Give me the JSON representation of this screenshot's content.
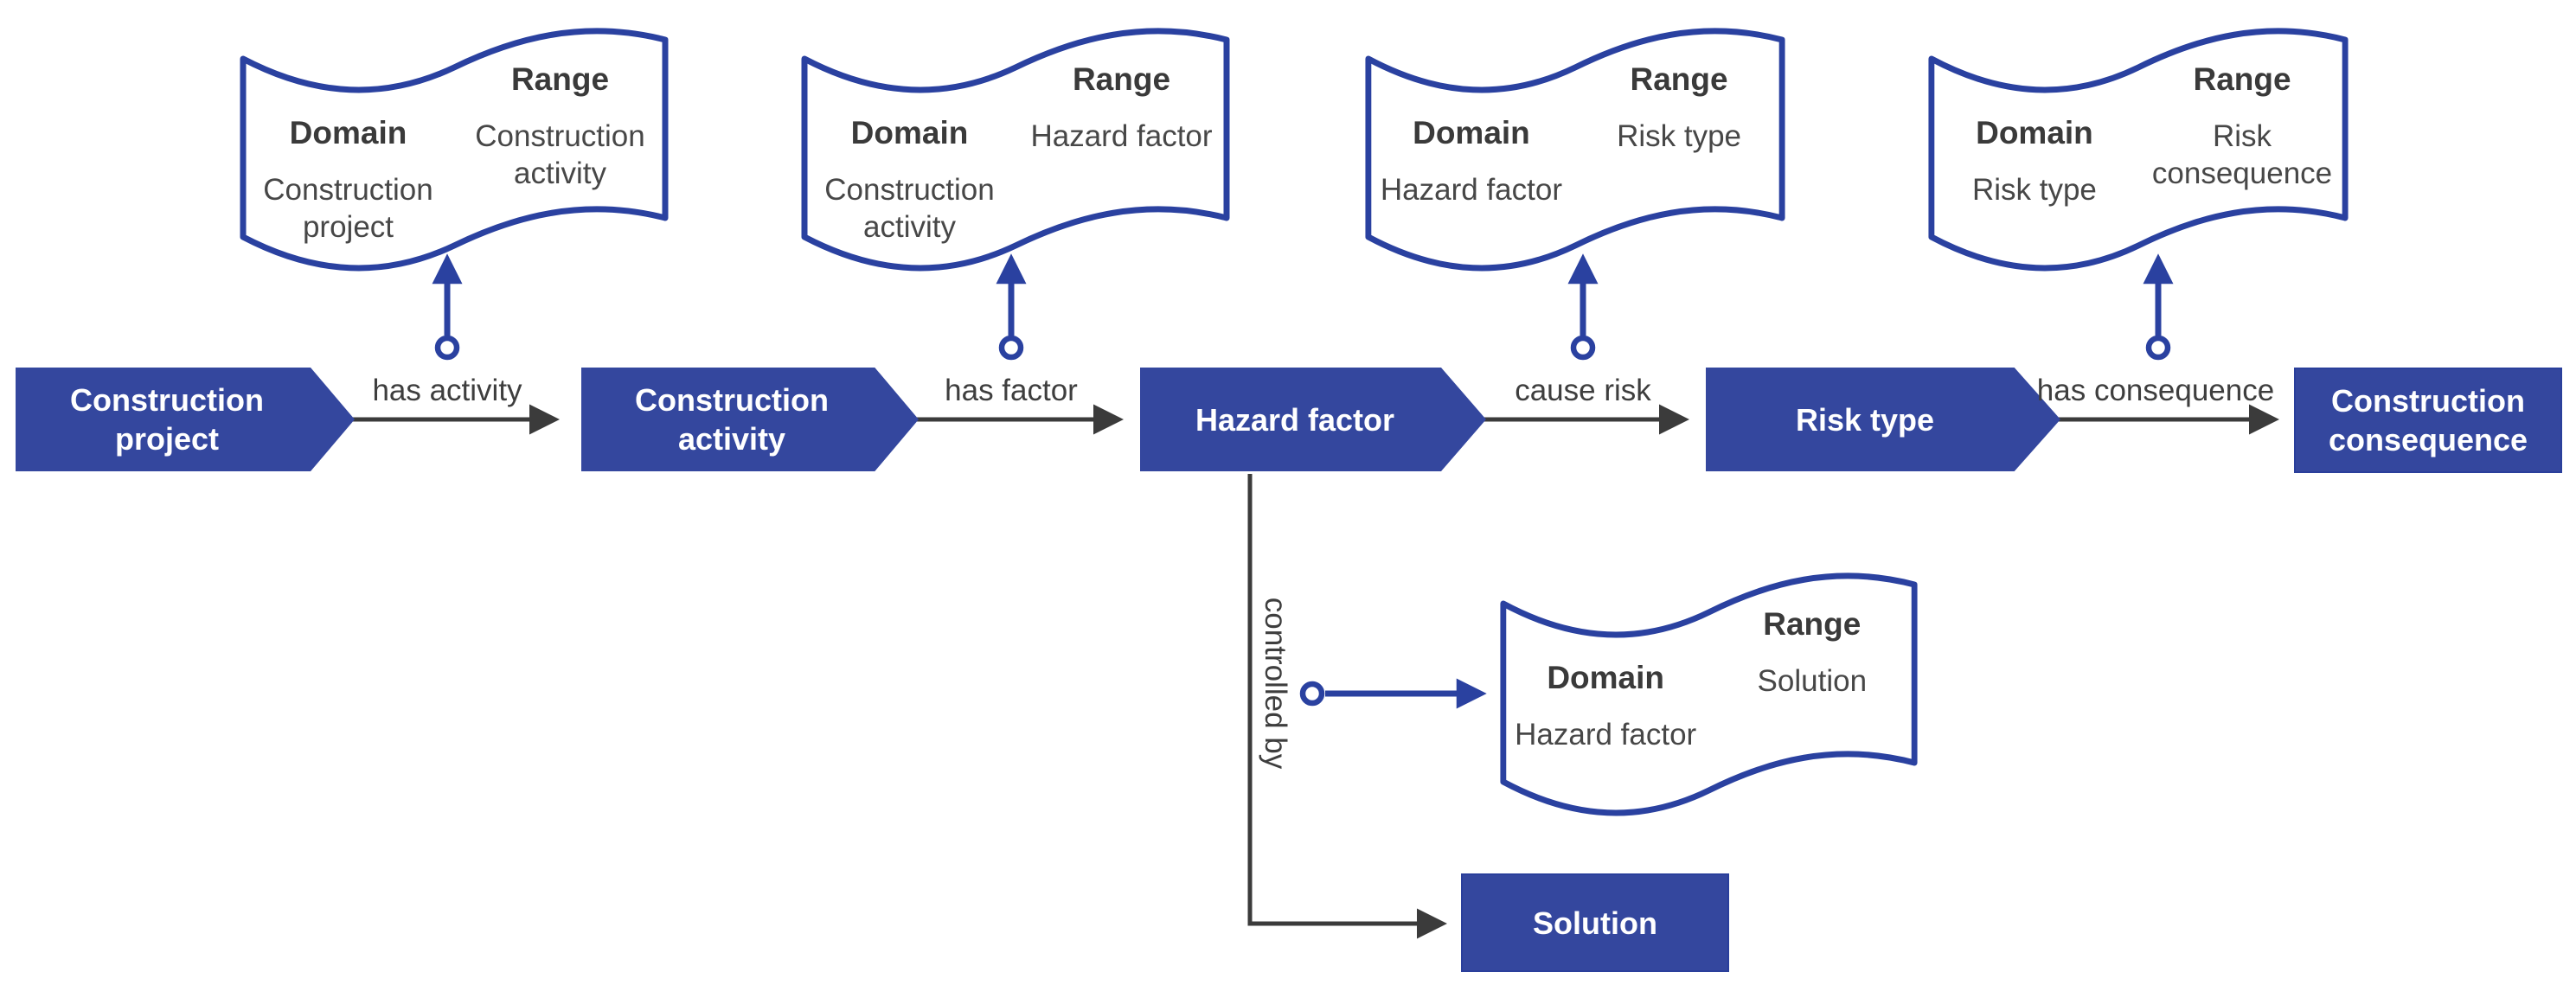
{
  "diagram_type": "ontology-relation-diagram",
  "colors": {
    "node_fill": "#34479E",
    "flag_border": "#2A41A0",
    "connector_dark": "#3B3B3B",
    "connector_blue": "#2A41A0",
    "node_text": "#FFFFFF",
    "label_text": "#3E3E3E"
  },
  "nodes": [
    {
      "label": "Construction project",
      "shape": "chevron"
    },
    {
      "label": "Construction activity",
      "shape": "chevron"
    },
    {
      "label": "Hazard factor",
      "shape": "chevron"
    },
    {
      "label": "Risk type",
      "shape": "chevron"
    },
    {
      "label": "Construction consequence",
      "shape": "rectangle"
    },
    {
      "label": "Solution",
      "shape": "rectangle"
    }
  ],
  "edges": [
    {
      "label": "has activity",
      "from": "Construction project",
      "to": "Construction activity"
    },
    {
      "label": "has factor",
      "from": "Construction activity",
      "to": "Hazard factor"
    },
    {
      "label": "cause risk",
      "from": "Hazard factor",
      "to": "Risk type"
    },
    {
      "label": "has consequence",
      "from": "Risk type",
      "to": "Construction consequence"
    },
    {
      "label": "controlled by",
      "from": "Hazard factor",
      "to": "Solution"
    }
  ],
  "flags": [
    {
      "domain_label": "Domain",
      "domain_value": "Construction project",
      "range_label": "Range",
      "range_value": "Construction activity"
    },
    {
      "domain_label": "Domain",
      "domain_value": "Construction activity",
      "range_label": "Range",
      "range_value": "Hazard factor"
    },
    {
      "domain_label": "Domain",
      "domain_value": "Hazard factor",
      "range_label": "Range",
      "range_value": "Risk type"
    },
    {
      "domain_label": "Domain",
      "domain_value": "Risk type",
      "range_label": "Range",
      "range_value": "Risk consequence"
    },
    {
      "domain_label": "Domain",
      "domain_value": "Hazard factor",
      "range_label": "Range",
      "range_value": "Solution"
    }
  ]
}
